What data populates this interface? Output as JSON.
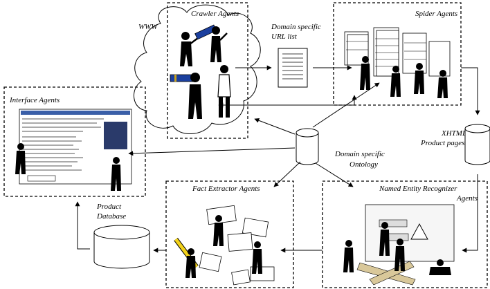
{
  "labels": {
    "www": "WWW",
    "crawler": "Crawler Agents",
    "url_list_1": "Domain specific",
    "url_list_2": "URL list",
    "spider": "Spider Agents",
    "interface": "Interface Agents",
    "xhtml_1": "XHTML",
    "xhtml_2": "Product  pages",
    "ontology_1": "Domain specific",
    "ontology_2": "Ontology",
    "fact": "Fact Extractor Agents",
    "ner_1": "Named Entity Recognizer",
    "ner_2": "Agents",
    "product_db_1": "Product",
    "product_db_2": "Database"
  },
  "colors": {
    "telescope": "#1b3f9e",
    "telescope_ring": "#c9a21a",
    "pencil": "#f2d21b",
    "screen_header": "#3a5fa8",
    "laptop": "#2a3a6a"
  }
}
